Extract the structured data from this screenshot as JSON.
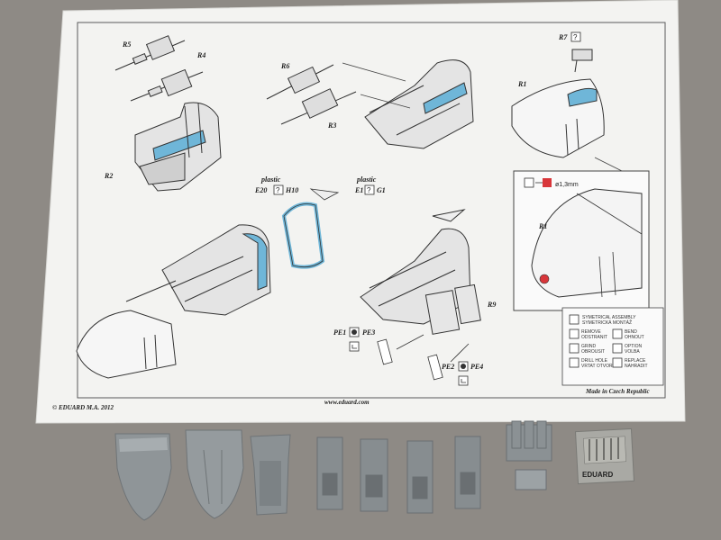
{
  "instructions": {
    "copyright": "© EDUARD  M.A. 2012",
    "website": "www.eduard.com",
    "made_in": "Made in Czech Republic",
    "part_labels": {
      "r5": "R5",
      "r4": "R4",
      "r6": "R6",
      "r3": "R3",
      "r2": "R2",
      "r7": "R7",
      "r1_top": "R1",
      "r1_detail": "R1",
      "r9": "R9",
      "pe1": "PE1",
      "pe3": "PE3",
      "pe2": "PE2",
      "pe4": "PE4"
    },
    "plastic_left": {
      "title": "plastic",
      "code_a": "E20",
      "code_b": "H10"
    },
    "plastic_right": {
      "title": "plastic",
      "code_a": "E1",
      "code_b": "G1"
    },
    "drill_note": "ø1,3mm",
    "question_mark": "?",
    "legend": {
      "symmetrical": "SYMETRICAL ASSEMBLY",
      "symmetrical_cz": "SYMETRICKÁ MONTÁŽ",
      "remove": "REMOVE",
      "remove_cz": "ODSTRANIT",
      "bend": "BEND",
      "bend_cz": "OHNOUT",
      "grind": "GRIND",
      "grind_cz": "OBROUSIT",
      "option": "OPTION",
      "option_cz": "VOLBA",
      "drill": "DRILL HOLE",
      "drill_cz": "VRTAT OTVOR",
      "replace": "REPLACE",
      "replace_cz": "NAHRADIT"
    }
  },
  "photo_etch_brand": "EDUARD",
  "colors": {
    "background": "#8e8a85",
    "paper": "#f3f3f1",
    "blue_highlight": "#6fb6d8",
    "red_marker": "#d8363a",
    "resin_grey": "#8f9598"
  }
}
